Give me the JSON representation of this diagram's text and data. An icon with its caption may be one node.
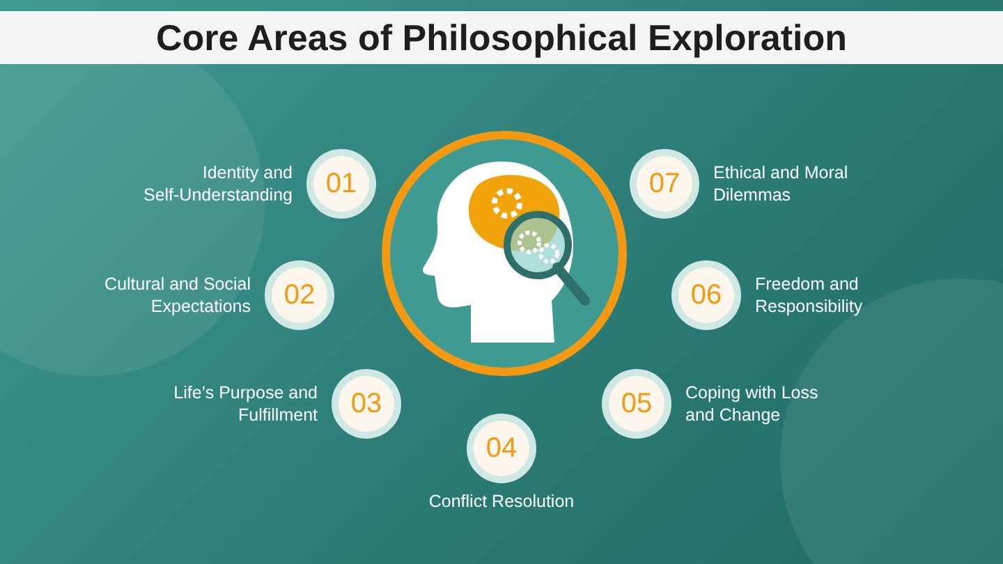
{
  "diagram": {
    "title": "Core Areas of Philosophical Exploration",
    "nodes": [
      {
        "text": [],
        "shape": "picture"
      },
      {
        "text": [
          "01"
        ],
        "beside": [
          "Identity and Self-Understanding"
        ]
      },
      {
        "text": [
          "02"
        ],
        "beside": [
          "Cultural and Social Expectations"
        ]
      },
      {
        "text": [
          "03"
        ],
        "beside": [
          "Life’s Purpose and Fulfillment"
        ]
      },
      {
        "text": [
          "04"
        ],
        "beside": [
          "Conflict Resolution"
        ]
      },
      {
        "text": [
          "05"
        ],
        "beside": [
          "Coping with Loss and Change"
        ]
      },
      {
        "text": [
          "06"
        ],
        "beside": [
          "Freedom and Responsibility"
        ]
      },
      {
        "text": [
          "07"
        ],
        "beside": [
          "Ethical and Moral Dilemmas"
        ]
      }
    ],
    "edges": []
  }
}
